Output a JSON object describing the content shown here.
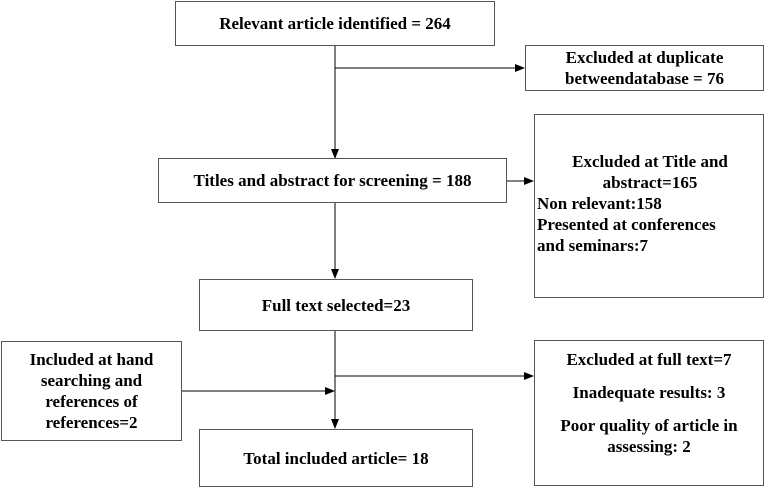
{
  "flowchart": {
    "identified": "Relevant article identified = 264",
    "excluded_duplicate": {
      "line1": "Excluded at duplicate",
      "line2": "betweendatabase = 76"
    },
    "screening": "Titles and abstract for screening = 188",
    "excluded_title_abstract": {
      "line1": "Excluded at Title and",
      "line2": "abstract=165",
      "line3": "Non relevant:158",
      "line4": "Presented at conferences",
      "line5": "and seminars:7"
    },
    "full_text_selected": "Full text selected=23",
    "hand_search": {
      "line1": "Included at hand",
      "line2": "searching and",
      "line3": "references of",
      "line4": "references=2"
    },
    "excluded_full_text": {
      "line1": "Excluded at full text=7",
      "line2": "Inadequate results: 3",
      "line3": "Poor quality of article in",
      "line4": "assessing: 2"
    },
    "total_included": "Total included article= 18"
  }
}
